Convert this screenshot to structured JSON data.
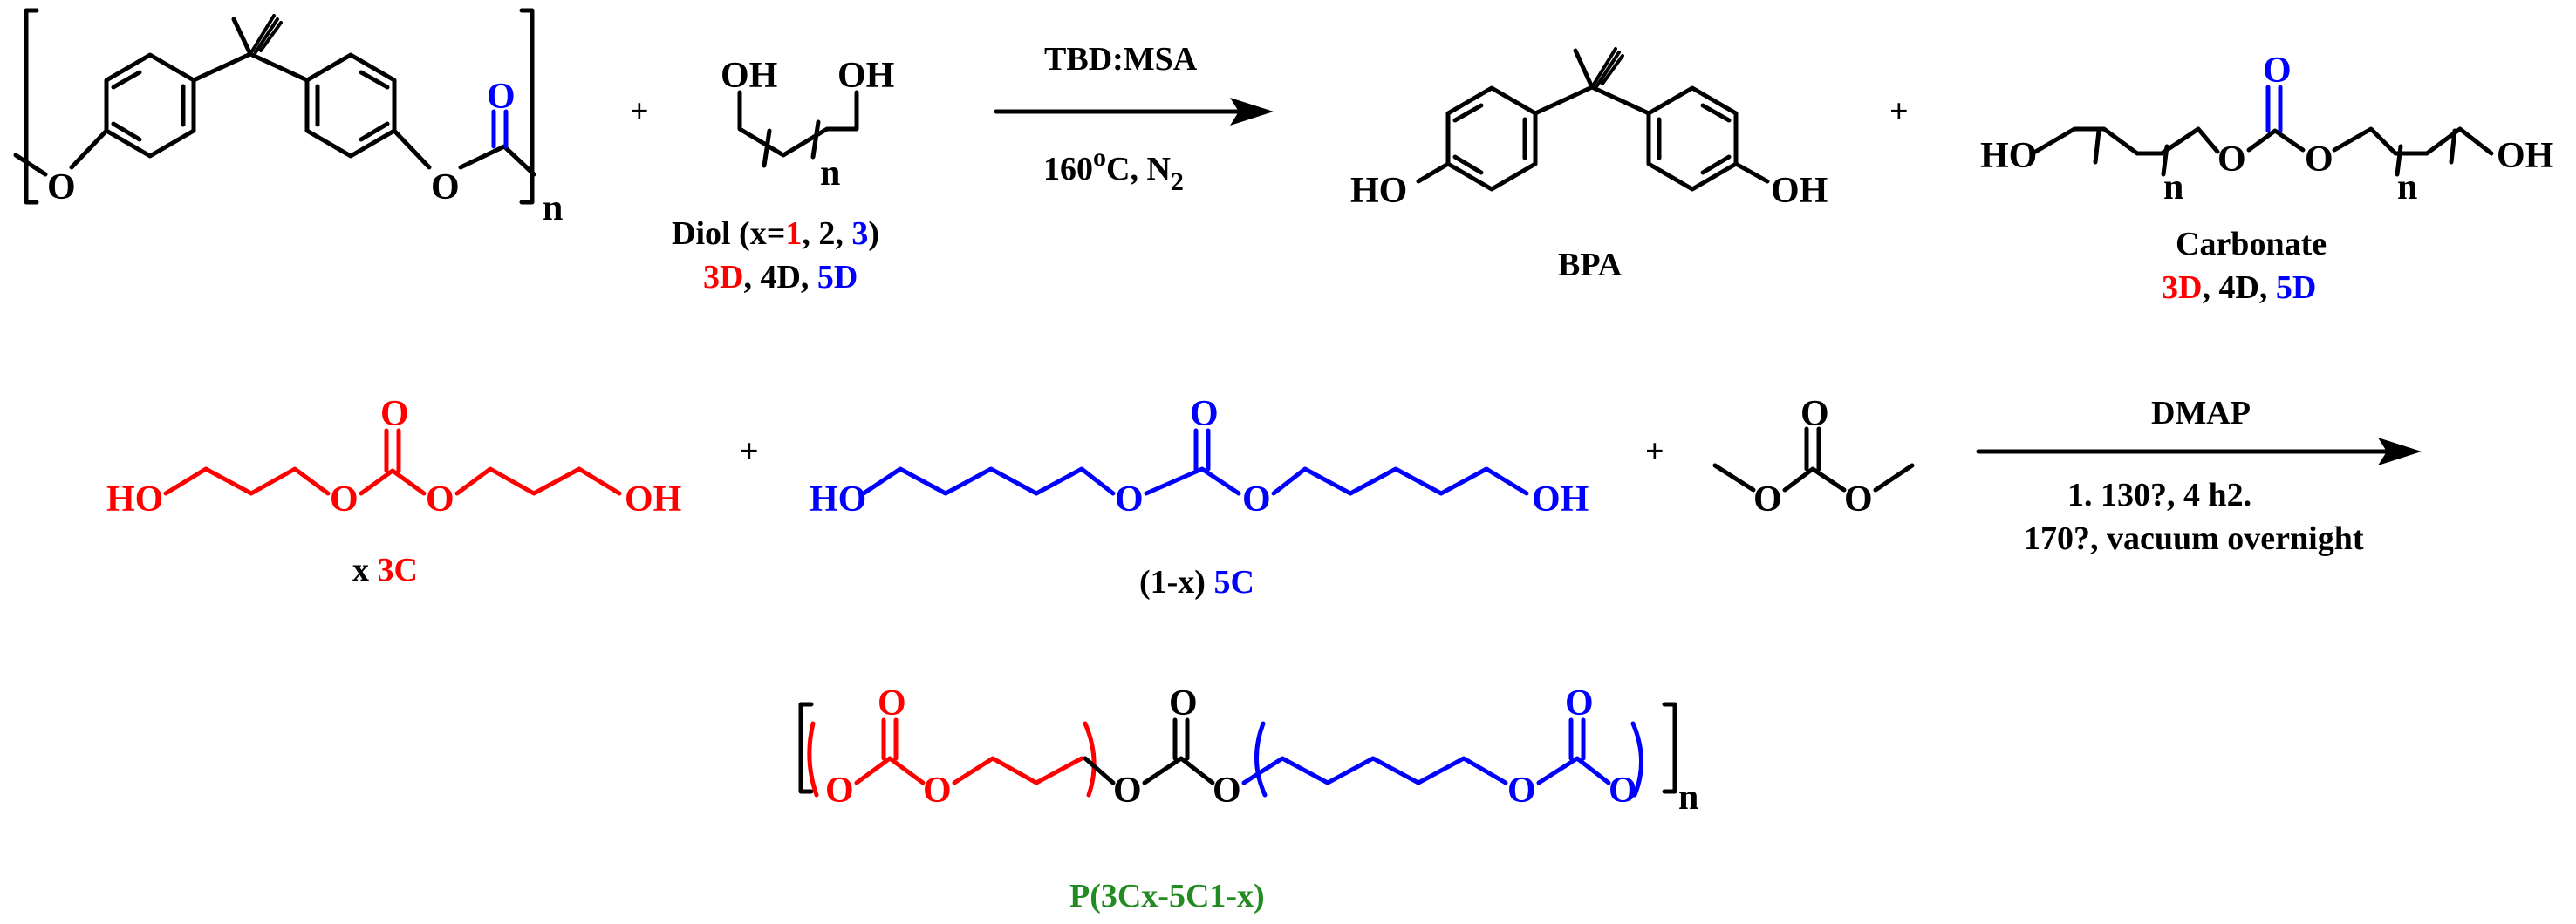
{
  "colors": {
    "black": "#000000",
    "red": "#ff0000",
    "blue": "#0000ff",
    "green": "#228b22"
  },
  "atoms": {
    "O": "O",
    "OH": "OH",
    "HO": "HO",
    "n": "n",
    "N2_sub": "2",
    "deg": "o"
  },
  "reaction1": {
    "plus": "+",
    "conditions_top": "TBD:MSA",
    "conditions_bottom": "160",
    "conditions_bottom_deg": "o",
    "conditions_bottom_tail": "C, N",
    "diol": {
      "label": "Diol (x=",
      "x1": "1",
      "sep1": ", 2, ",
      "x3": "3",
      "close": ")",
      "codes": {
        "a": "3D",
        "sep_a": ", 4D, ",
        "b": "5D"
      }
    },
    "product1": "BPA",
    "product2": {
      "label": "Carbonate",
      "codes": {
        "a": "3D",
        "sep_a": ", 4D, ",
        "b": "5D"
      }
    }
  },
  "reaction2": {
    "plus": "+",
    "conditions_top": "DMAP",
    "conditions_line1": "1. 130?, 4 h2.",
    "conditions_line2": "170?, vacuum overnight",
    "r1": {
      "coef": "x ",
      "code": "3C"
    },
    "r2": {
      "coef": "(1-x) ",
      "code": "5C"
    },
    "product": "P(3Cx-5C1-x)"
  }
}
